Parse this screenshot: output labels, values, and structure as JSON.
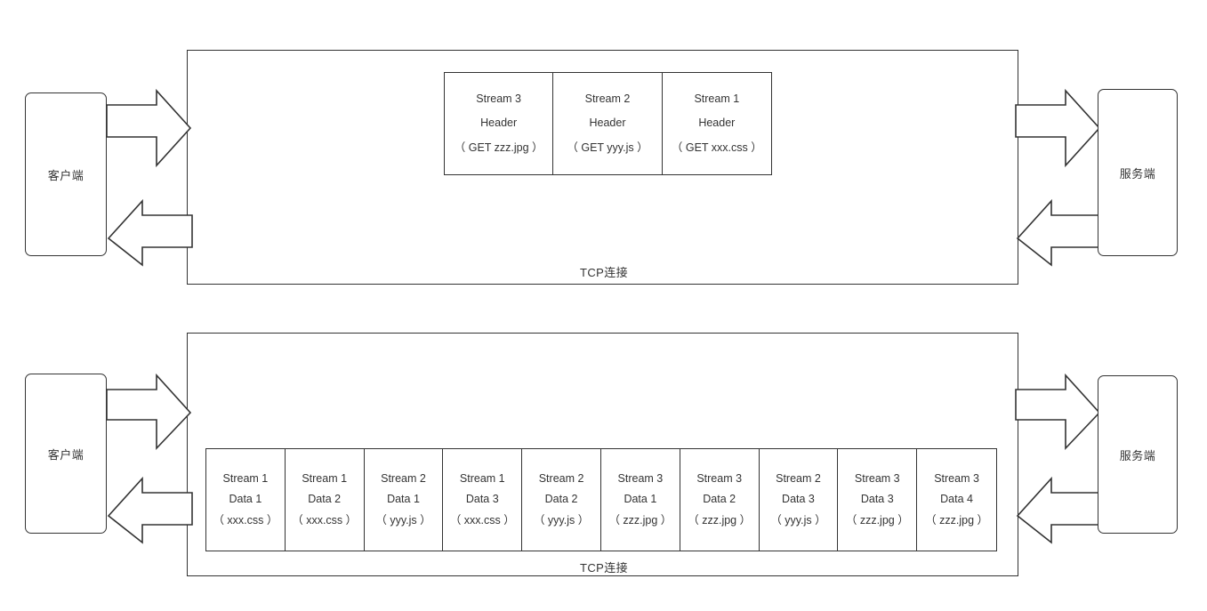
{
  "diagram": {
    "title_note": "HTTP/2 multiplexing over a single TCP connection",
    "line_color": "#333333",
    "background": "#ffffff"
  },
  "endpoints": {
    "client_label": "客户端",
    "server_label": "服务端"
  },
  "sections": [
    {
      "id": "request-section",
      "tcp_label": "TCP连接",
      "frames": [
        {
          "stream": "Stream 3",
          "kind": "Header",
          "detail": "（ GET zzz.jpg ）"
        },
        {
          "stream": "Stream 2",
          "kind": "Header",
          "detail": "（ GET yyy.js ）"
        },
        {
          "stream": "Stream 1",
          "kind": "Header",
          "detail": "（ GET xxx.css ）"
        }
      ]
    },
    {
      "id": "response-section",
      "tcp_label": "TCP连接",
      "frames": [
        {
          "stream": "Stream 1",
          "kind": "Data 1",
          "detail": "（ xxx.css ）"
        },
        {
          "stream": "Stream 1",
          "kind": "Data 2",
          "detail": "（ xxx.css ）"
        },
        {
          "stream": "Stream 2",
          "kind": "Data 1",
          "detail": "（ yyy.js ）"
        },
        {
          "stream": "Stream 1",
          "kind": "Data 3",
          "detail": "（ xxx.css ）"
        },
        {
          "stream": "Stream 2",
          "kind": "Data 2",
          "detail": "（ yyy.js ）"
        },
        {
          "stream": "Stream 3",
          "kind": "Data 1",
          "detail": "（ zzz.jpg ）"
        },
        {
          "stream": "Stream 3",
          "kind": "Data 2",
          "detail": "（ zzz.jpg ）"
        },
        {
          "stream": "Stream 2",
          "kind": "Data 3",
          "detail": "（ yyy.js ）"
        },
        {
          "stream": "Stream 3",
          "kind": "Data 3",
          "detail": "（ zzz.jpg ）"
        },
        {
          "stream": "Stream 3",
          "kind": "Data 4",
          "detail": "（ zzz.jpg ）"
        }
      ]
    }
  ]
}
